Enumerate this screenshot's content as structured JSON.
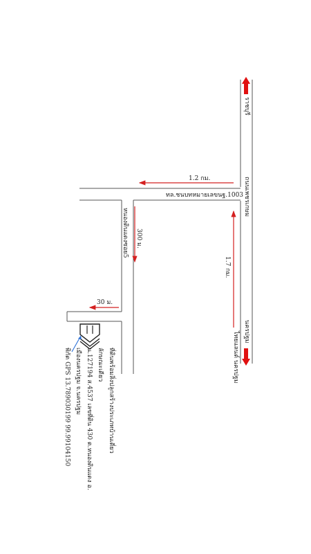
{
  "colors": {
    "road": "#555555",
    "arrow": "#d42020",
    "text": "#222222"
  },
  "labels": {
    "north_dest": "ราชบุรี",
    "main_road": "ถนนเพชรเกษม",
    "south_dest": "นครปฐม",
    "south_landmark": "ไทยแลนด์ นครปฐม",
    "dist_1_7": "1.7 กม.",
    "dist_1_2": "1.2 กม.",
    "side_road": "ทล.ชนบทหมายเลขนฐ.1003",
    "soi": "หนองดินแดงซอย5",
    "dist_300": "300 ม.",
    "dist_30": "30 ม."
  },
  "property": {
    "line1": "ที่ดินพร้อมสิ่งปลูกสร้างประเภทบ้านเดี่ยว",
    "line2": "ลักษณะเดียว",
    "line3": "น.127194 ส.4537 เลขที่ดิน 430 ต.หนองดินแดง อ.",
    "line4": "เมืองนครปฐม จ.นครปฐม",
    "line5": "พิกัด GPS 13.789030199 99.99104150"
  },
  "icons": {
    "north_arrow": "red-arrow-up-icon",
    "south_arrow": "red-arrow-down-icon",
    "property": "house-marker-icon"
  }
}
